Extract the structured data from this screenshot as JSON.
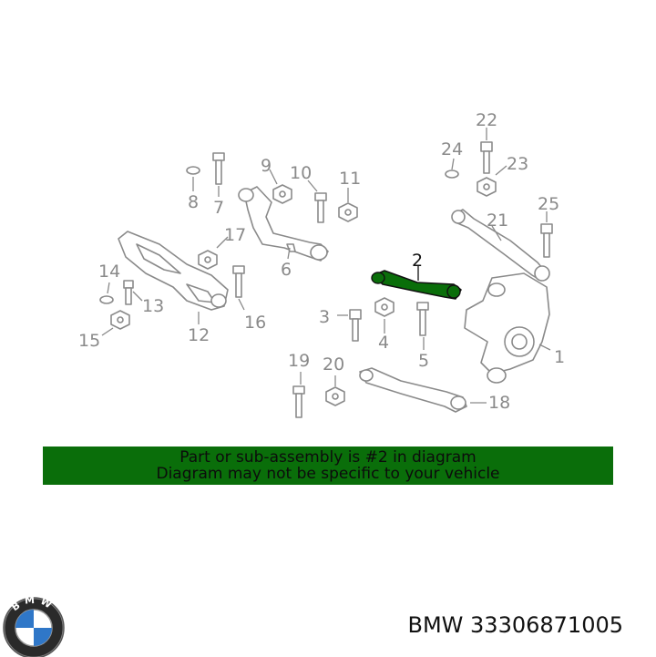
{
  "diagram": {
    "callouts": {
      "c1": "1",
      "c2": "2",
      "c3": "3",
      "c4": "4",
      "c5": "5",
      "c6": "6",
      "c7": "7",
      "c8": "8",
      "c9": "9",
      "c10": "10",
      "c11": "11",
      "c12": "12",
      "c13": "13",
      "c14": "14",
      "c15": "15",
      "c16": "16",
      "c17": "17",
      "c18": "18",
      "c19": "19",
      "c20": "20",
      "c21": "21",
      "c22": "22",
      "c23": "23",
      "c24": "24",
      "c25": "25"
    },
    "highlight_color": "#0a6e0a"
  },
  "banner": {
    "line1": "Part or sub-assembly is #2 in diagram",
    "line2": "Diagram may not be specific to your vehicle",
    "background": "#0a6e0a"
  },
  "logo": {
    "letters": [
      "B",
      "M",
      "W"
    ],
    "icon": "bmw-logo-icon"
  },
  "part_number": "BMW 33306871005"
}
